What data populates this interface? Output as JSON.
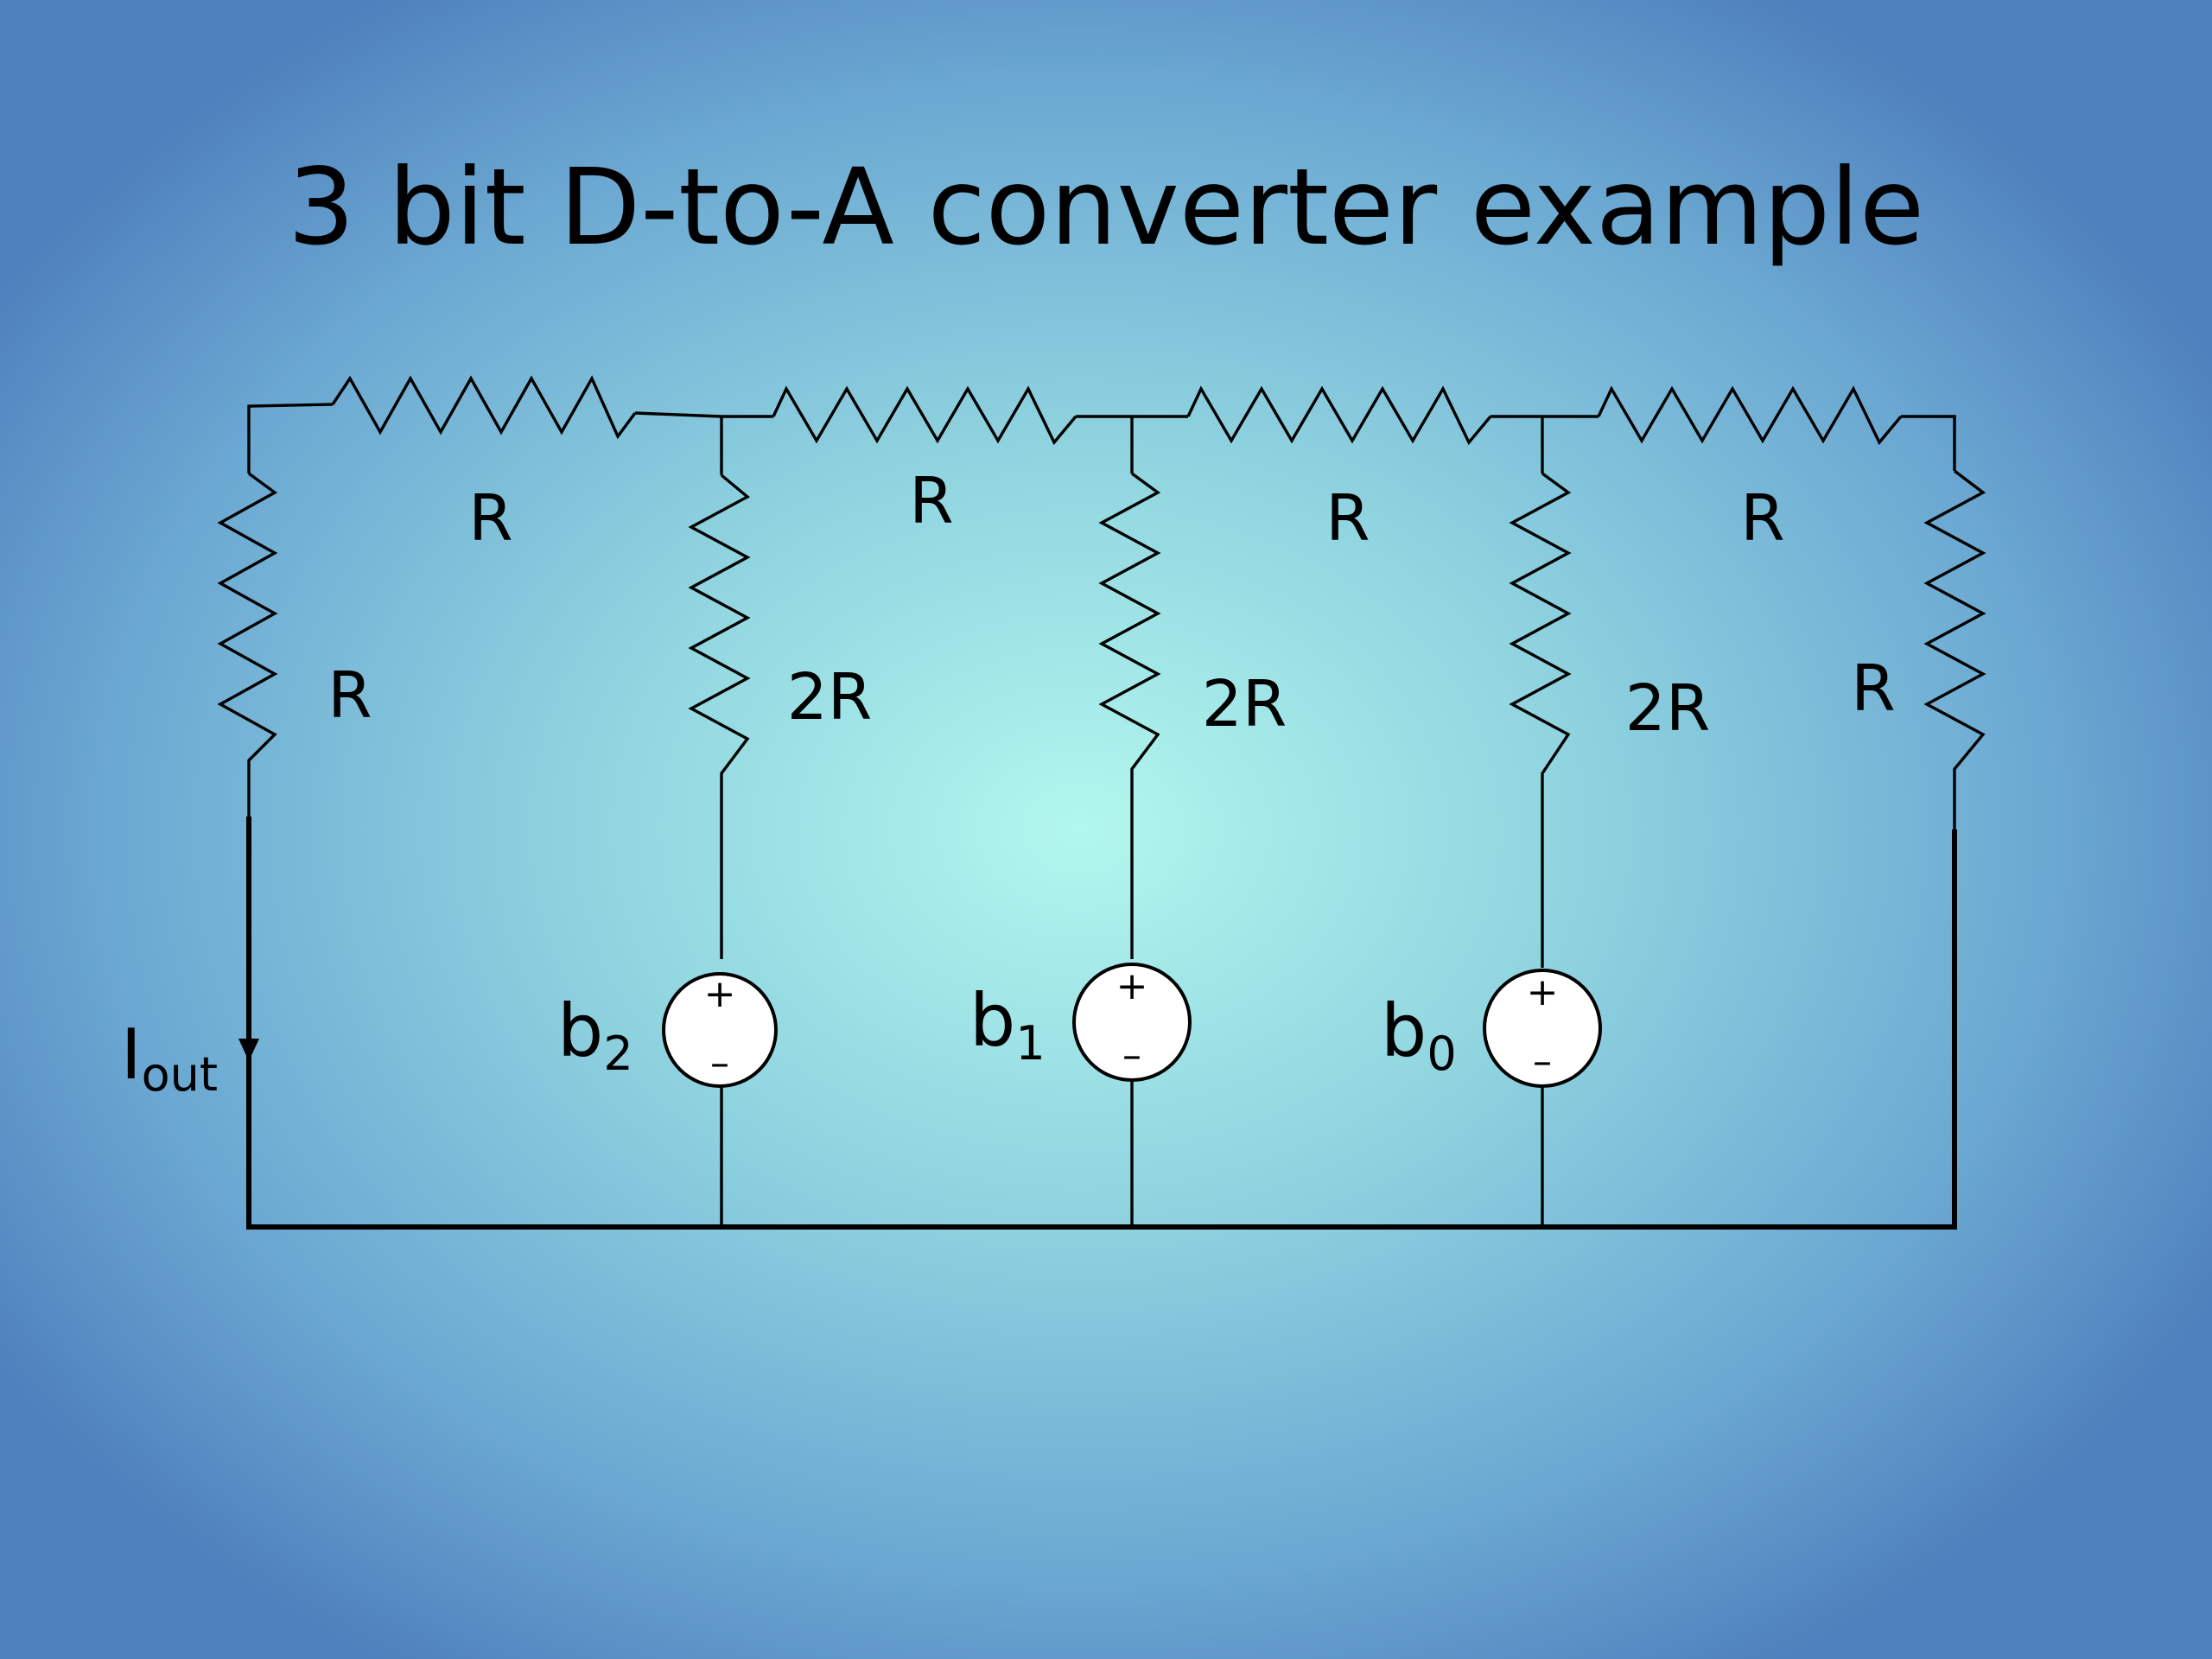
{
  "title": "3 bit D-to-A converter example",
  "resistors": {
    "series_1": "R",
    "series_2": "R",
    "series_3": "R",
    "series_4": "R",
    "leg_left": "R",
    "leg_b2": "2R",
    "leg_b1": "2R",
    "leg_b0": "2R",
    "leg_right": "R"
  },
  "current": {
    "symbol": "I",
    "subscript": "out"
  },
  "sources": [
    {
      "symbol": "b",
      "subscript": "2",
      "plus": "+",
      "minus": "–"
    },
    {
      "symbol": "b",
      "subscript": "1",
      "plus": "+",
      "minus": "–"
    },
    {
      "symbol": "b",
      "subscript": "0",
      "plus": "+",
      "minus": "–"
    }
  ]
}
